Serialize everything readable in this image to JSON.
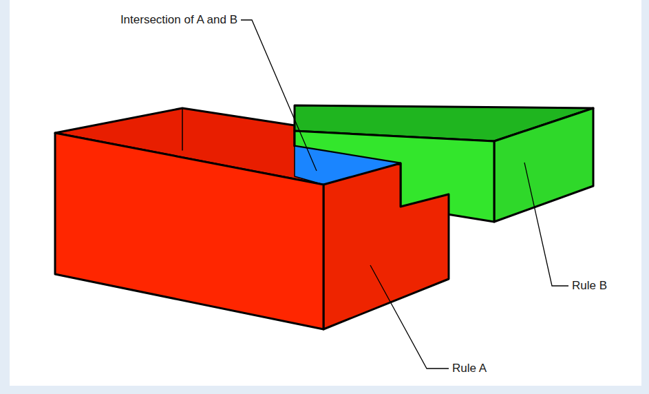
{
  "diagram": {
    "labels": [
      "Intersection of A and B",
      "Rule A",
      "Rule B"
    ]
  }
}
